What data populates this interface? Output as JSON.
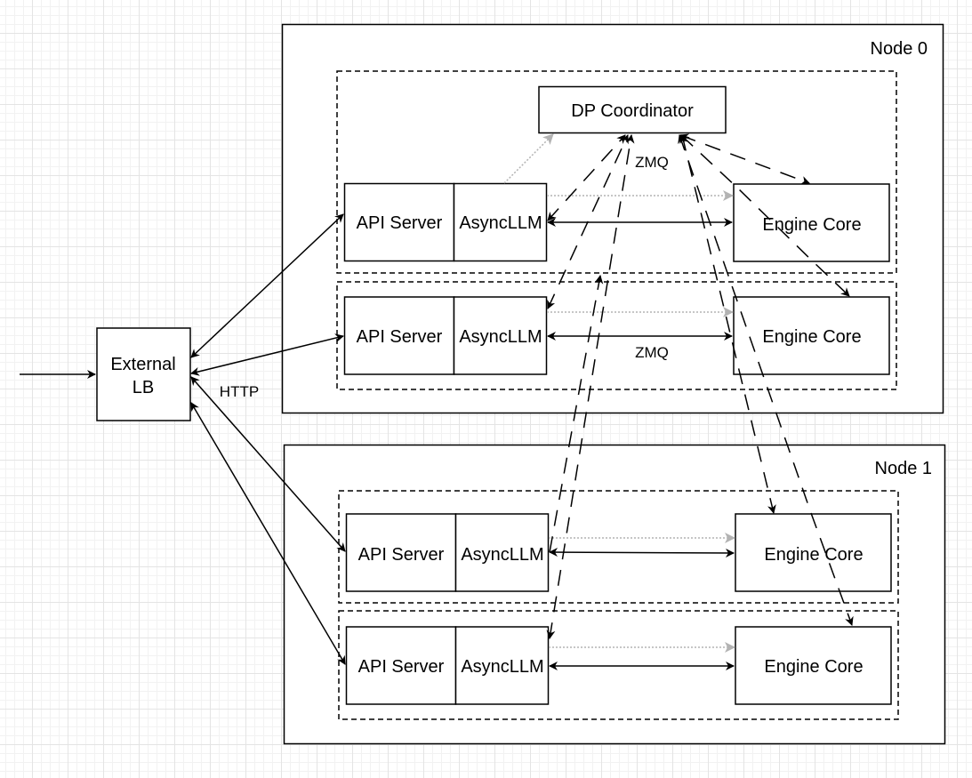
{
  "nodes": [
    {
      "label": "Node 0"
    },
    {
      "label": "Node 1"
    }
  ],
  "dp_coordinator": "DP Coordinator",
  "external_lb": {
    "line1": "External",
    "line2": "LB"
  },
  "api_server": "API Server",
  "async_llm": "AsyncLLM",
  "engine_core": "Engine Core",
  "labels": {
    "http": "HTTP",
    "zmq": "ZMQ"
  }
}
